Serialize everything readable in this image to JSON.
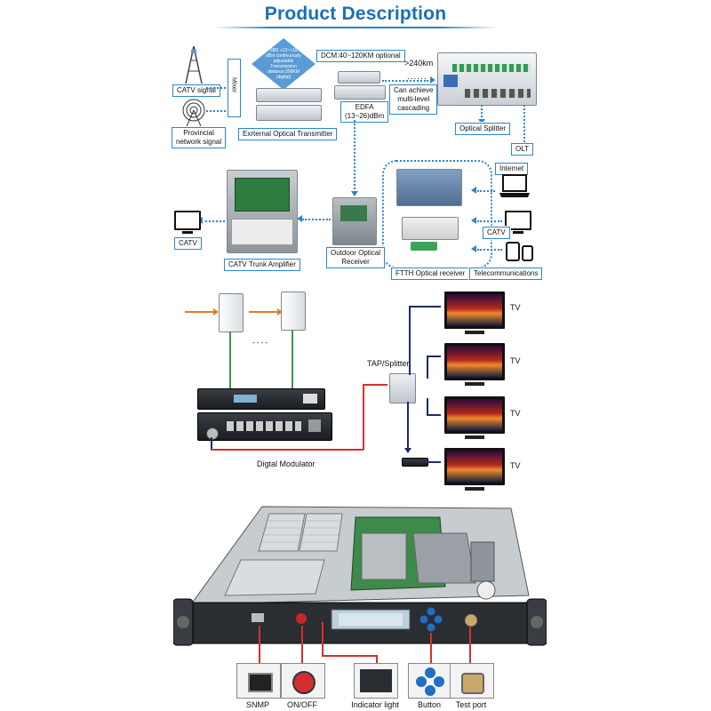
{
  "title": "Product Description",
  "top": {
    "catv_signal": "CATV signal",
    "provincial": "Provincial\nnetwork signal",
    "mixer": "Mixer",
    "sbs": "SBS +13~+19\ndBm continuously\nadjustable\nTransmission\ndistance:200KM\n(digital)",
    "ext_tx": "Exrternal Optical Transmitter",
    "dcm": "DCM:40~120KM optional",
    "edfa": "EDFA\n(13~26)dBm",
    "km240": ">240km",
    "cascade": "Can achieve\nmulti-level\ncascading",
    "splitter": "Optical Splitter",
    "olt": "OLT",
    "internet": "Internet",
    "catv_right": "CATV",
    "telecom": "Telecommunications",
    "ftth": "FTTH Optical receiver",
    "outdoor": "Outdoor Optical\nReceiver",
    "trunk": "CATV Trunk Amplifier",
    "catv_left": "CATV"
  },
  "middle": {
    "tap": "TAP/Splitter",
    "tv_labels": [
      "TV",
      "TV",
      "TV",
      "TV"
    ],
    "modulator": "Digtal Modulator",
    "dashes": "- - - -"
  },
  "bottom": {
    "insets": [
      "SNMP",
      "ON/OFF",
      "Indicator light",
      "Button",
      "Test port"
    ]
  },
  "colors": {
    "accent": "#2f86c6",
    "title": "#1a6fb5",
    "red_line": "#d0342c",
    "navy_line": "#1f2a6b"
  }
}
